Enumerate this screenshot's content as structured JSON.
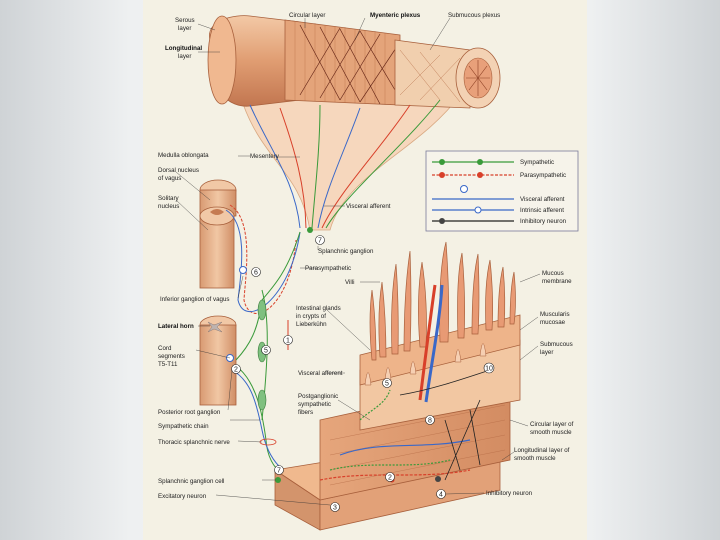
{
  "labels": {
    "serous_layer": [
      "Serous",
      "layer"
    ],
    "longitudinal_layer": [
      "Longitudinal",
      "layer"
    ],
    "circular_layer": "Circular layer",
    "myenteric_plexus": "Myenteric plexus",
    "submucous_plexus": "Submucous plexus",
    "medulla": "Medulla oblongata",
    "mesentery": "Mesentery",
    "dorsal_nucleus": [
      "Dorsal nucleus",
      "of vagus"
    ],
    "solitary_nucleus": [
      "Solitary",
      "nucleus"
    ],
    "visceral_afferent_top": "Visceral afferent",
    "splanchnic_ganglion": "Splanchnic ganglion",
    "parasympathetic": "Parasympathetic",
    "inferior_ganglion": "Inferior ganglion of vagus",
    "villi": "Villi",
    "intestinal_glands": [
      "Intestinal glands",
      "in crypts of",
      "Lieberkühn"
    ],
    "lateral_horn": "Lateral horn",
    "cord_segments": [
      "Cord",
      "segments",
      "T5-T11"
    ],
    "visceral_afferent_mid": "Visceral afferent",
    "postganglionic": [
      "Postganglionic",
      "sympathetic",
      "fibers"
    ],
    "posterior_root": "Posterior root ganglion",
    "sympathetic_chain": "Sympathetic chain",
    "thoracic_splanchnic": "Thoracic splanchnic nerve",
    "splanchnic_ganglion_cell": "Splanchnic ganglion cell",
    "excitatory_neuron": "Excitatory neuron",
    "inhibitory_neuron_bottom": "Inhibitory neuron",
    "mucous_membrane": [
      "Mucous",
      "membrane"
    ],
    "muscularis_mucosae": [
      "Muscularis",
      "mucosae"
    ],
    "submucous_layer": [
      "Submucous",
      "layer"
    ],
    "circular_smooth": [
      "Circular layer of",
      "smooth muscle"
    ],
    "longitudinal_smooth": [
      "Longitudinal layer of",
      "smooth muscle"
    ]
  },
  "legend": {
    "items": [
      "Sympathetic",
      "Parasympathetic",
      "Visceral afferent",
      "Intrinsic afferent",
      "Inhibitory neuron"
    ]
  },
  "markers": [
    "7",
    "6",
    "1",
    "5",
    "2",
    "7",
    "3",
    "4",
    "2",
    "10",
    "5",
    "8"
  ],
  "colors": {
    "tissue": "#e7a77c",
    "tissue_dark": "#c97a52",
    "sympathetic": "#3a9a3a",
    "parasympathetic": "#d8402a",
    "afferent": "#3a68c8",
    "inhibitory": "#222222"
  }
}
